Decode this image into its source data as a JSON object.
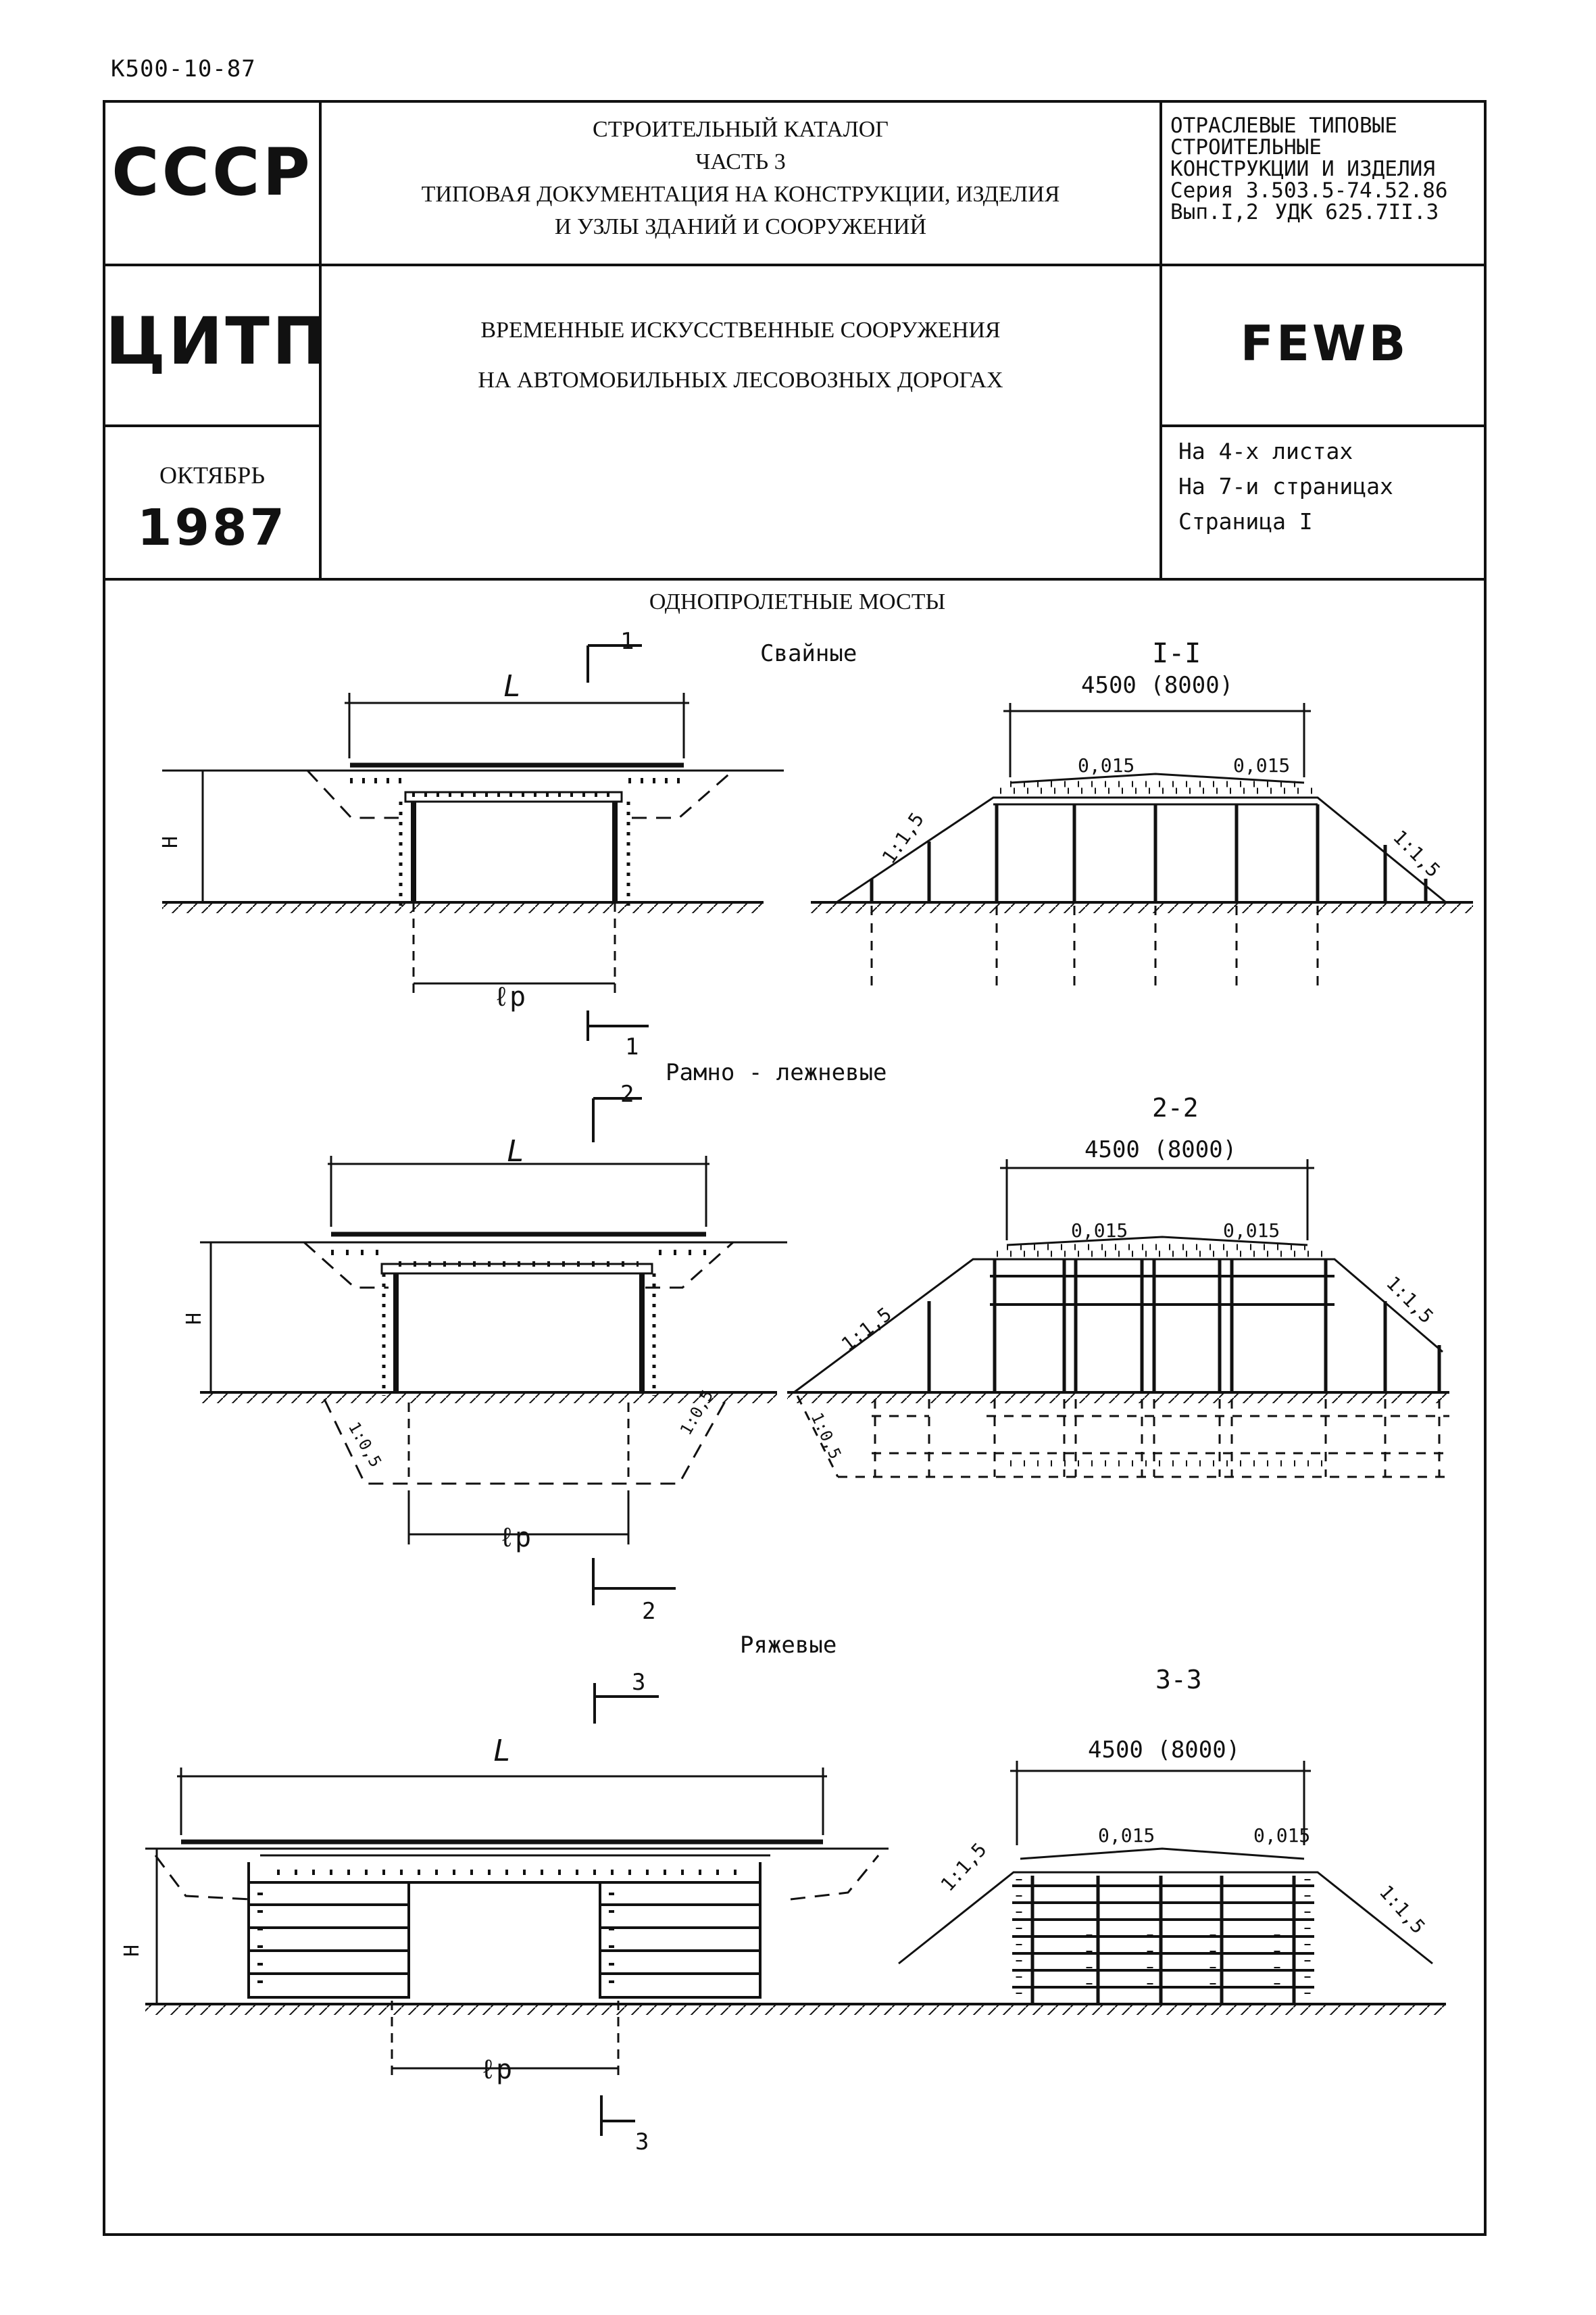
{
  "document_code": "К500-10-87",
  "header": {
    "org_top": "СССР",
    "org_mid": "ЦИТП",
    "month": "ОКТЯБРЬ",
    "year": "1987",
    "catalog_lines": [
      "СТРОИТЕЛЬНЫЙ КАТАЛОГ",
      "ЧАСТЬ 3",
      "ТИПОВАЯ ДОКУМЕНТАЦИЯ НА КОНСТРУКЦИИ, ИЗДЕЛИЯ",
      "И УЗЛЫ ЗДАНИЙ И СООРУЖЕНИЙ"
    ],
    "title_lines": [
      "ВРЕМЕННЫЕ ИСКУССТВЕННЫЕ СООРУЖЕНИЯ",
      "НА АВТОМОБИЛЬНЫХ ЛЕСОВОЗНЫХ ДОРОГАХ"
    ],
    "series_lines": [
      "ОТРАСЛЕВЫЕ ТИПОВЫЕ",
      "СТРОИТЕЛЬНЫЕ",
      "КОНСТРУКЦИИ И ИЗДЕЛИЯ",
      "Серия 3.503.5-74.52.86"
    ],
    "issue": "Вып.I,2",
    "udk": "УДК 625.7II.3",
    "code": "FEWB",
    "sheets_lines": [
      "На 4-х листах",
      "На 7-и страницах",
      "Страница I"
    ]
  },
  "drawing": {
    "heading": "ОДНОПРОЛЕТНЫЕ МОСТЫ",
    "sections": [
      {
        "title": "Свайные",
        "section_label": "I-I",
        "cut_number": "1",
        "width_label": "4500 (8000)",
        "slope_left": "0,015",
        "slope_right": "0,015",
        "embank_left": "1:1,5",
        "embank_right": "1:1,5",
        "span_label": "L",
        "height_label": "H",
        "pier_label": "ℓp"
      },
      {
        "title": "Рамно - лежневые",
        "section_label": "2-2",
        "cut_number": "2",
        "width_label": "4500 (8000)",
        "slope_left": "0,015",
        "slope_right": "0,015",
        "embank_left": "1:1,5",
        "embank_right": "1:1,5",
        "foot_slope_left": "1:0,5",
        "foot_slope_right": "1:0,5",
        "foot_slope_section": "1:0,5",
        "span_label": "L",
        "height_label": "H",
        "pier_label": "ℓp"
      },
      {
        "title": "Ряжевые",
        "section_label": "3-3",
        "cut_number": "3",
        "width_label": "4500 (8000)",
        "slope_left": "0,015",
        "slope_right": "0,015",
        "embank_left": "1:1,5",
        "embank_right": "1:1,5",
        "span_label": "L",
        "height_label": "H",
        "pier_label": "ℓp"
      }
    ]
  }
}
